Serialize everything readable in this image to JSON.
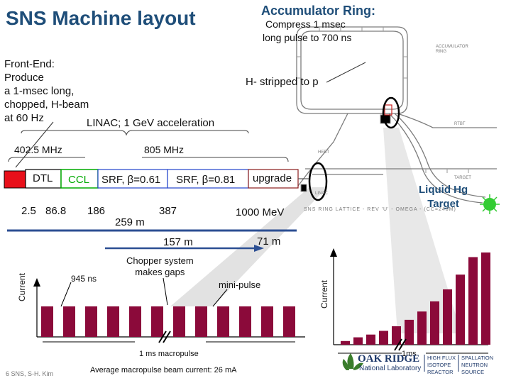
{
  "title": "SNS Machine layout",
  "accumulator": {
    "title": "Accumulator Ring:",
    "line1": "Compress 1 msec",
    "line2": "long pulse to 700 ns"
  },
  "front_end": {
    "lines": [
      "Front-End:",
      "Produce",
      "a 1-msec long,",
      "chopped, H-beam",
      "at 60 Hz"
    ]
  },
  "linac_label": "LINAC; 1 GeV acceleration",
  "stripping_label": "H- stripped to p",
  "freq": {
    "f402": "402.5 MHz",
    "f805": "805 MHz"
  },
  "linac_segments": {
    "dtl": "DTL",
    "ccl": "CCL",
    "srf1": "SRF, β=0.61",
    "srf2": "SRF, β=0.81",
    "upgrade": "upgrade"
  },
  "energies": {
    "e1": "2.5",
    "e2": "86.8",
    "e3": "186",
    "e4": "387",
    "e5": "1000 MeV"
  },
  "lengths": {
    "l259": "259 m",
    "l157": "157 m",
    "l71": "71 m"
  },
  "target": {
    "line1": "Liquid Hg",
    "line2": "Target"
  },
  "pulse": {
    "chopper_line1": "Chopper system",
    "chopper_line2": "makes gaps",
    "gap_label": "945 ns",
    "mini_pulse": "mini-pulse",
    "macropulse": "1 ms macropulse",
    "avg_current": "Average macropulse beam current: 26 mA",
    "current_axis": "Current",
    "ms_label": "1ms",
    "accumulated_levels": [
      0.04,
      0.08,
      0.11,
      0.15,
      0.2,
      0.27,
      0.36,
      0.47,
      0.6,
      0.76,
      0.95,
      1.0
    ]
  },
  "ring_drawing": {
    "ring_label_line1": "ACCUMULATOR",
    "ring_label_line2": "RING",
    "lattice_label": "SNS RING LATTICE - REV 'U' - OMEGA - (CC=248M)",
    "tags": [
      "RTBT",
      "HEBT",
      "TARGET",
      "LINAC"
    ]
  },
  "footer": "6  SNS, S-H. Kim",
  "logos": {
    "oak_ridge_line1": "OAK RIDGE",
    "oak_ridge_line2": "National Laboratory",
    "hfir": [
      "HIGH FLUX",
      "ISOTOPE",
      "REACTOR"
    ],
    "sns": [
      "SPALLATION",
      "NEUTRON",
      "SOURCE"
    ]
  },
  "colors": {
    "title": "#1f4e79",
    "bars": "#8b0a3a",
    "dtl_box": "#e8101a",
    "beam_line": "#2c4f93",
    "target": "#33cc33",
    "spotlight": "#d8d8d8"
  }
}
